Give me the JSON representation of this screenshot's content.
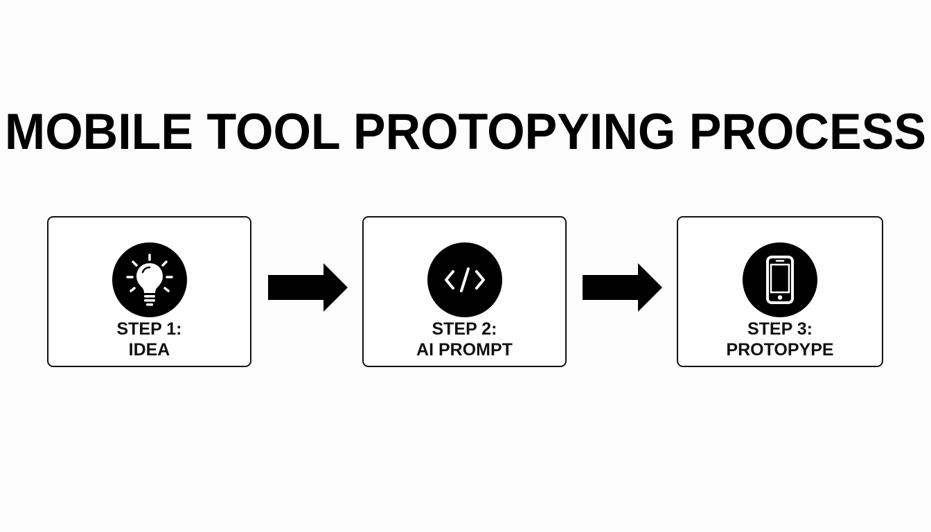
{
  "title": "MOBILE TOOL PROTOPYING PROCESS",
  "steps": [
    {
      "number": "STEP 1:",
      "name": "IDEA",
      "icon": "lightbulb-icon"
    },
    {
      "number": "STEP 2:",
      "name": "AI PROMPT",
      "icon": "code-icon"
    },
    {
      "number": "STEP 3:",
      "name": "PROTOPYPE",
      "icon": "smartphone-icon"
    }
  ],
  "colors": {
    "background": "#fdfdfd",
    "ink": "#000000",
    "box_border": "#111111"
  }
}
